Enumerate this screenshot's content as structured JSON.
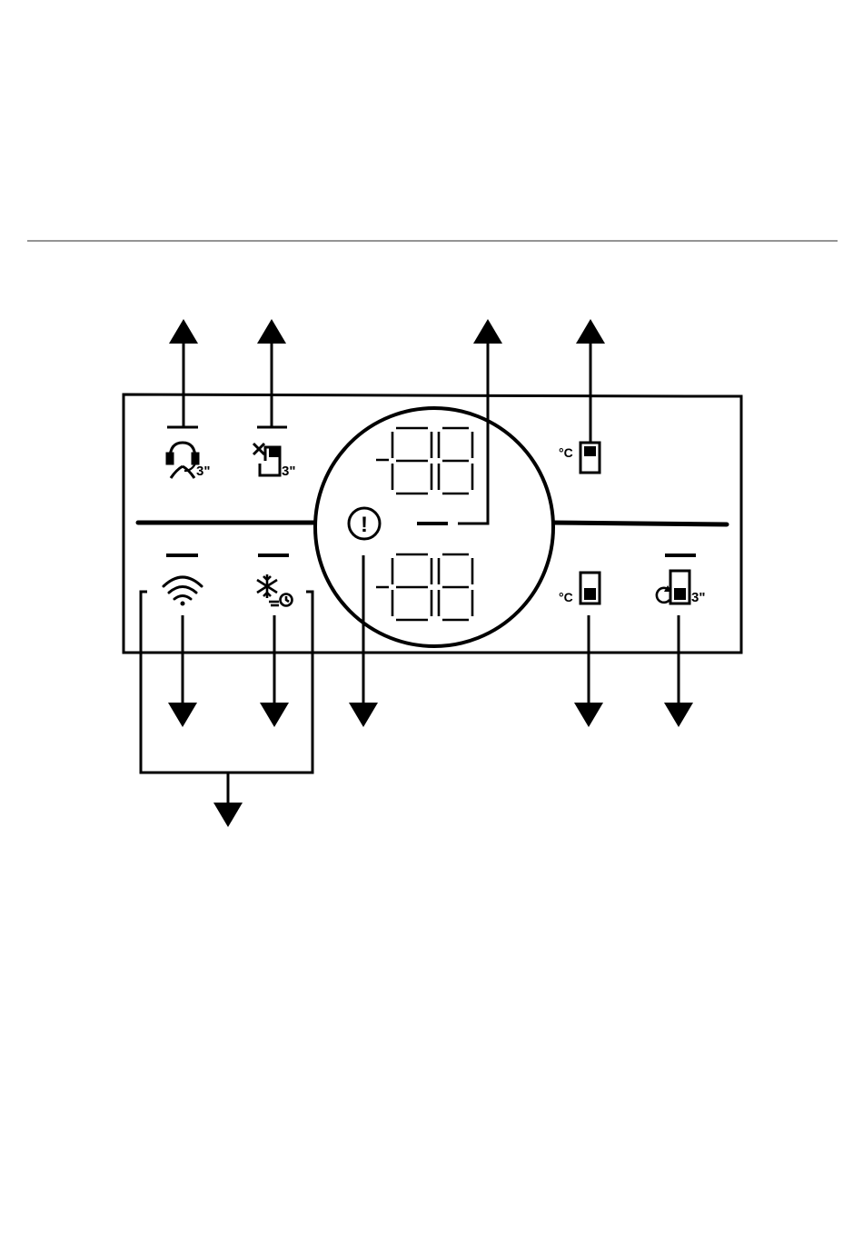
{
  "colors": {
    "ink": "#000000",
    "background": "#ffffff",
    "rule": "#555555"
  },
  "panel": {
    "display_top": {
      "minus": "-",
      "digits": "88",
      "digit_icon": "seven-segment-digits"
    },
    "display_bottom": {
      "minus": "-",
      "digits": "88",
      "digit_icon": "seven-segment-digits"
    },
    "buttons": [
      {
        "id": "service",
        "icon": "service-headset-icon",
        "label": "3\""
      },
      {
        "id": "filter-reset",
        "icon": "filter-reset-icon",
        "label": "3\""
      },
      {
        "id": "fridge-temp",
        "icon": "fridge-temperature-icon",
        "label": "°C"
      },
      {
        "id": "wifi",
        "icon": "wifi-icon",
        "label": ""
      },
      {
        "id": "quick-freeze",
        "icon": "snowflake-timer-icon",
        "label": ""
      },
      {
        "id": "freezer-temp",
        "icon": "freezer-temperature-icon",
        "label": "°C"
      },
      {
        "id": "freezer-convert",
        "icon": "freezer-convert-icon",
        "label": "3\""
      }
    ],
    "alarm": {
      "icon": "alarm-exclamation-icon",
      "symbol": "!"
    }
  }
}
